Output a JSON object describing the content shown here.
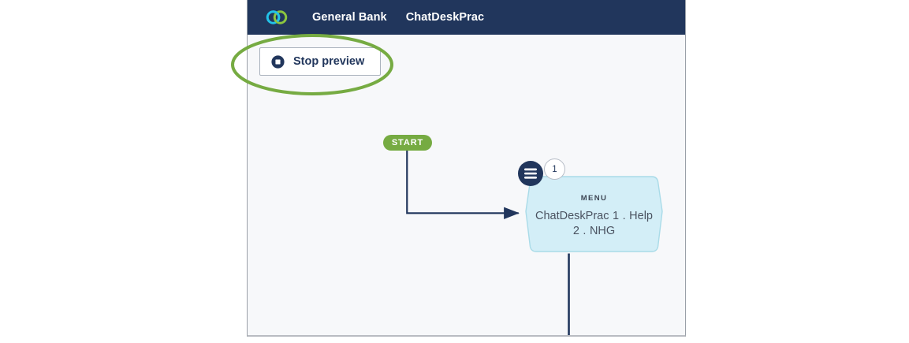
{
  "header": {
    "logo_icon": "interlocking-rings-logo",
    "logo_colors": {
      "ring_left": "#22c2e8",
      "ring_right": "#8cc63f"
    },
    "background": "#21365c",
    "links": [
      {
        "label": "General Bank",
        "name": "header-link-bank"
      },
      {
        "label": "ChatDeskPrac",
        "name": "header-link-app"
      }
    ]
  },
  "toolbar": {
    "stop_preview_label": "Stop preview",
    "stop_preview_icon": "stop-circle-icon",
    "icon_color": "#21365c"
  },
  "annotation": {
    "shape": "ellipse",
    "color": "#76ab42",
    "target": "stop-preview-button"
  },
  "canvas": {
    "background": "#f7f8fa",
    "nodes": [
      {
        "id": "start",
        "type": "start",
        "label": "START",
        "color": "#76ab42",
        "text_color": "#ffffff"
      },
      {
        "id": "menu-1",
        "type": "menu",
        "kind_label": "MENU",
        "badge": "1",
        "icon": "hamburger-menu-icon",
        "text": "ChatDeskPrac 1 . Help 2 . NHG",
        "fill": "#d3eef7",
        "stroke": "#a9dbe8",
        "text_color": "#4a5260"
      }
    ],
    "connectors": [
      {
        "from": "start",
        "to": "menu-1",
        "style": "orthogonal",
        "arrow": true,
        "color": "#21365c"
      },
      {
        "from": "menu-1",
        "to": "below",
        "style": "vertical",
        "arrow": false,
        "color": "#21365c"
      }
    ]
  }
}
